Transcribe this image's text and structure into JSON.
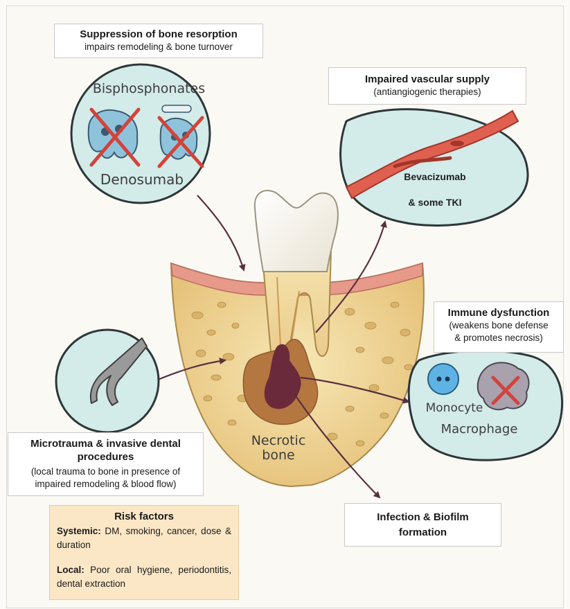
{
  "resorption": {
    "title": "Suppression of bone resorption",
    "subtitle": "impairs remodeling & bone turnover",
    "drug1": "Bisphosphonates",
    "drug2": "Denosumab"
  },
  "vascular": {
    "title": "Impaired vascular supply",
    "subtitle": "(antiangiogenic therapies)",
    "drug1": "Bevacizumab",
    "drug2": "& some TKI"
  },
  "immune": {
    "title": "Immune dysfunction",
    "subtitle_line1": "(weakens bone defense",
    "subtitle_line2": "& promotes necrosis)",
    "cell1": "Monocyte",
    "cell2": "Macrophage"
  },
  "microtrauma": {
    "title_line1": "Microtrauma & invasive dental",
    "title_line2": "procedures",
    "subtitle_line1": "(local trauma to bone in presence of",
    "subtitle_line2": "impaired remodeling & blood flow)"
  },
  "necrotic": {
    "line1": "Necrotic",
    "line2": "bone"
  },
  "infection": {
    "line1": "Infection & Biofilm",
    "line2": "formation"
  },
  "risk": {
    "title": "Risk factors",
    "systemic_label": "Systemic:",
    "systemic_text": "DM, smoking, cancer, dose & duration",
    "local_label": "Local:",
    "local_text": "Poor oral hygiene, periodontitis, dental extraction"
  },
  "colors": {
    "circle_fill": "#d3ebe9",
    "circle_stroke": "#2d3638",
    "arrow": "#5a2f3f",
    "bone": "#f0d89a",
    "necrosis": "#6b2a3c",
    "vessel": "#e0604f",
    "cross": "#d3433a"
  },
  "icons": [
    "osteoclast-icon",
    "pill-icon",
    "blood-vessel-icon",
    "tooth-icon",
    "dental-forceps-icon",
    "monocyte-icon",
    "macrophage-icon",
    "red-cross-icon"
  ]
}
